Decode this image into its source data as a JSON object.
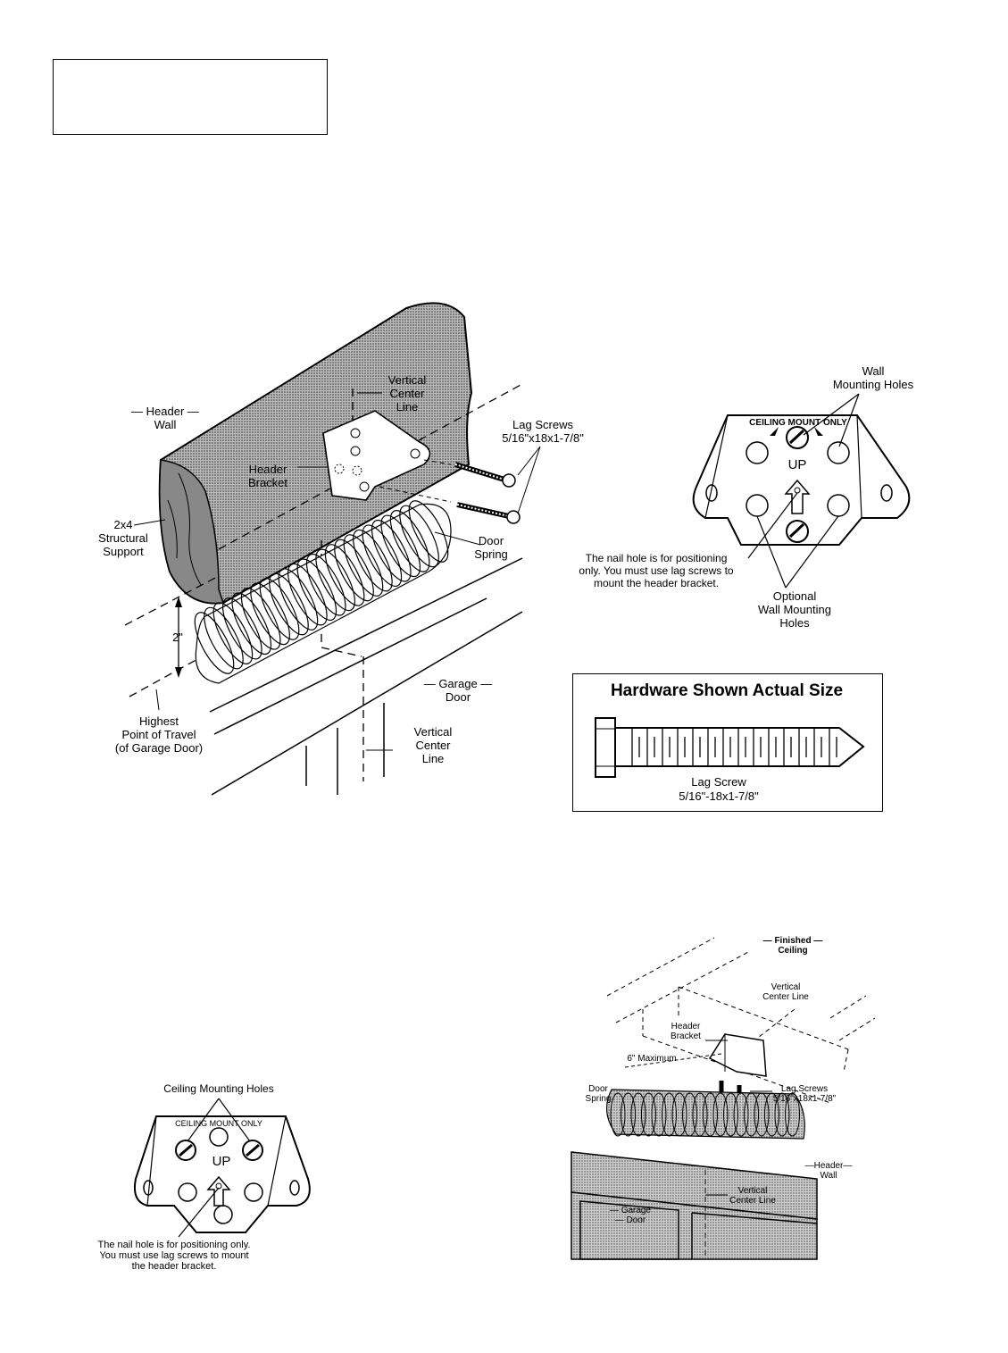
{
  "wall_mount": {
    "header_wall": [
      "Header",
      "Wall"
    ],
    "vertical_center_line_top": [
      "Vertical",
      "Center",
      "Line"
    ],
    "lag_screws": [
      "Lag Screws",
      "5/16\"x18x1-7/8\""
    ],
    "header_bracket": [
      "Header",
      "Bracket"
    ],
    "structural_support": [
      "2x4",
      "Structural",
      "Support"
    ],
    "door_spring": [
      "Door",
      "Spring"
    ],
    "dimension": "2\"",
    "garage_door": [
      "Garage",
      "Door"
    ],
    "highest_point": [
      "Highest",
      "Point of Travel",
      "(of Garage Door)"
    ],
    "vertical_center_line_bottom": [
      "Vertical",
      "Center",
      "Line"
    ]
  },
  "wall_bracket_detail": {
    "wall_mounting_holes": [
      "Wall",
      "Mounting Holes"
    ],
    "stamp": "CEILING MOUNT ONLY",
    "up": "UP",
    "nail_note": [
      "The nail hole is for positioning",
      "only. You must use lag screws to",
      "mount the header bracket."
    ],
    "optional_holes": [
      "Optional",
      "Wall Mounting",
      "Holes"
    ]
  },
  "hardware": {
    "title": "Hardware Shown Actual Size",
    "name": "Lag Screw",
    "size": "5/16\"-18x1-7/8\""
  },
  "ceiling_bracket_detail": {
    "ceiling_mounting_holes": "Ceiling Mounting Holes",
    "stamp": "CEILING MOUNT ONLY",
    "up": "UP",
    "nail_note": [
      "The nail hole is for positioning only.",
      "You must use lag screws to mount",
      "the header bracket."
    ]
  },
  "ceiling_mount": {
    "finished_ceiling": [
      "Finished",
      "Ceiling"
    ],
    "vertical_center_line_top": [
      "Vertical",
      "Center Line"
    ],
    "header_bracket": [
      "Header",
      "Bracket"
    ],
    "max": "6\" Maximum",
    "door_spring": [
      "Door",
      "Spring"
    ],
    "lag_screws": [
      "Lag Screws",
      "5/16\"x18x1-7/8\""
    ],
    "header_wall": [
      "Header",
      "Wall"
    ],
    "vertical_center_line_bottom": [
      "Vertical",
      "Center Line"
    ],
    "garage_door": [
      "Garage",
      "Door"
    ]
  }
}
